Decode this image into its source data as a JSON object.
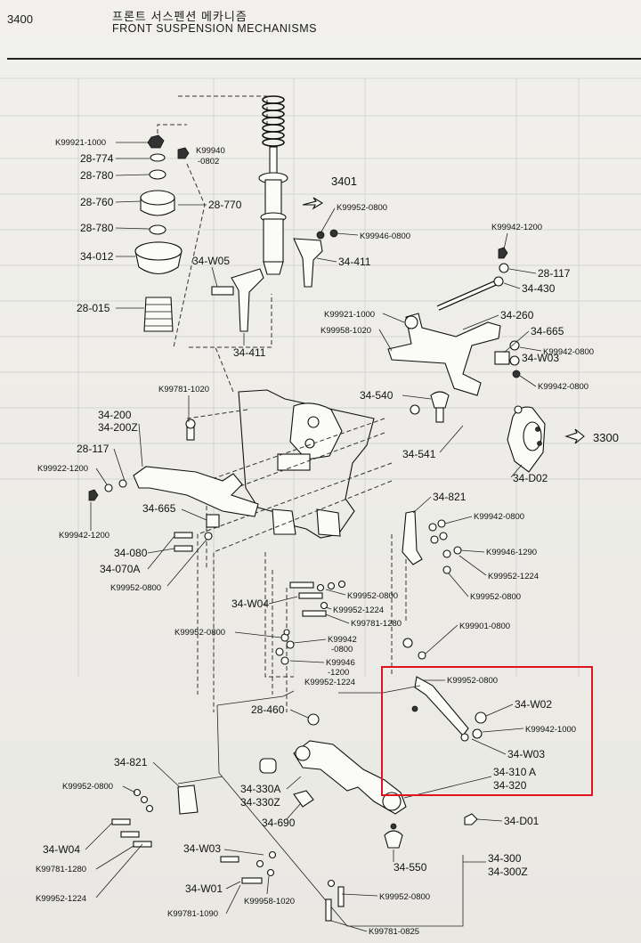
{
  "header": {
    "page_number": "3400",
    "title_ko": "프론트 서스펜션 메카니즘",
    "title_en": "FRONT SUSPENSION MECHANISMS"
  },
  "labels": {
    "k99921_1000_top": "K99921-1000",
    "p28_774": "28-774",
    "p28_780_a": "28-780",
    "p28_760": "28-760",
    "p28_780_b": "28-780",
    "p34_012": "34-012",
    "p28_015": "28-015",
    "k99940_a": "K99940",
    "k99940_b": "-0802",
    "p28_770": "28-770",
    "p34_w05": "34-W05",
    "p34_411_a": "34-411",
    "p3401": "3401",
    "k99952_0800_a": "K99952-0800",
    "k99946_0800": "K99946-0800",
    "p34_411_b": "34-411",
    "k99942_1200_a": "K99942-1200",
    "p28_117_a": "28-117",
    "p34_430": "34-430",
    "k99921_1000_b": "K99921-1000",
    "k99958_1020_a": "K99958-1020",
    "p34_260": "34-260",
    "p34_665_a": "34-665",
    "k99942_0800_a": "K99942-0800",
    "p34_w03_a": "34-W03",
    "k99942_0800_b": "K99942-0800",
    "p34_540": "34-540",
    "p3300": "3300",
    "p34_541": "34-541",
    "p34_d02": "34-D02",
    "k99781_1020": "K99781-1020",
    "p34_200": "34-200",
    "p34_200z": "34-200Z",
    "p28_117_b": "28-117",
    "k99922_1200": "K99922-1200",
    "p34_665_b": "34-665",
    "k99942_1200_b": "K99942-1200",
    "p34_080": "34-080",
    "p34_070a": "34-070A",
    "k99952_0800_b": "K99952-0800",
    "p34_821_a": "34-821",
    "k99942_0800_c": "K99942-0800",
    "k99946_1290": "K99946-1290",
    "k99952_1224_a": "K99952-1224",
    "k99952_0800_c": "K99952-0800",
    "k99952_0800_d": "K99952-0800",
    "p34_w04_a": "34-W04",
    "k99952_1224_b": "K99952-1224",
    "k99781_1280_a": "K99781-1280",
    "k99952_0800_e": "K99952-0800",
    "k99942_0800_d1": "K99942",
    "k99942_0800_d2": "-0800",
    "k99946_1200_a": "K99946",
    "k99946_1200_b": "-1200",
    "k99952_1224_c": "K99952-1224",
    "k99901_0800": "K99901-0800",
    "k99952_0800_f": "K99952-0800",
    "p34_w02": "34-W02",
    "k99942_1000": "K99942-1000",
    "p34_w03_b": "34-W03",
    "p34_310a": "34-310 A",
    "p34_320": "34-320",
    "p28_460": "28-460",
    "p34_821_b": "34-821",
    "k99952_0800_g": "K99952-0800",
    "p34_330a": "34-330A",
    "p34_330z": "34-330Z",
    "p34_690": "34-690",
    "p34_d01": "34-D01",
    "p34_w04_b": "34-W04",
    "k99781_1280_b": "K99781-1280",
    "p34_w03_c": "34-W03",
    "p34_550": "34-550",
    "p34_300": "34-300",
    "p34_300z": "34-300Z",
    "p34_w01": "34-W01",
    "k99952_1224_d": "K99952-1224",
    "k99952_0800_h": "K99952-0800",
    "k99958_1020_b": "K99958-1020",
    "k99781_1090": "K99781-1090",
    "k99781_0825": "K99781-0825"
  },
  "highlight_color": "#e0141e"
}
